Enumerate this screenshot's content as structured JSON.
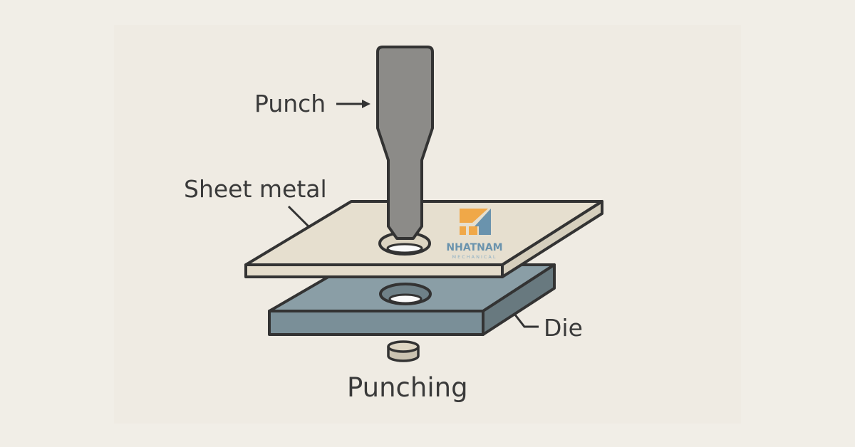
{
  "labels": {
    "punch": "Punch",
    "sheet_metal": "Sheet metal",
    "die": "Die",
    "caption": "Punching"
  },
  "logo": {
    "name": "NHATNAM",
    "subtitle": "MECHANICAL",
    "colors": {
      "orange": "#f0a848",
      "blue": "#6a93ad"
    }
  },
  "colors": {
    "background": "#f1eee7",
    "sheet": "#e6dfcf",
    "die": "#7f949c",
    "punch": "#8c8b88",
    "outline": "#333333"
  }
}
